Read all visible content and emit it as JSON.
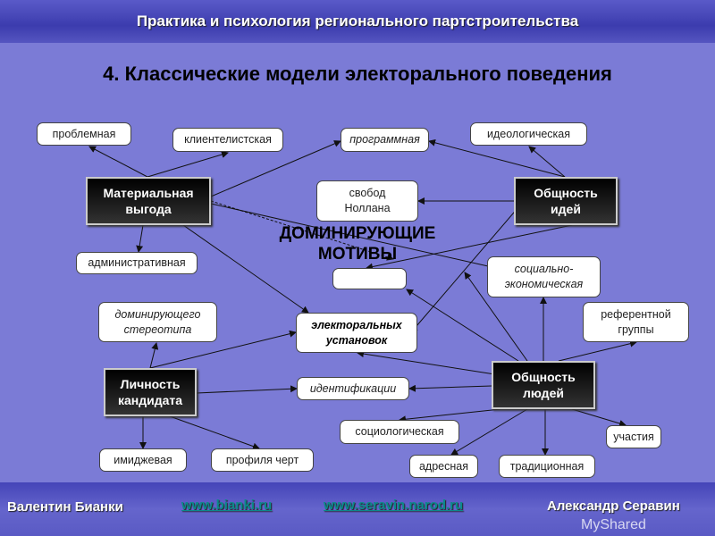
{
  "header": {
    "title": "Практика и психология регионального партстроительства"
  },
  "slide_title": "4. Классические модели электорального поведения",
  "center_label": "ДОМИНИРУЮЩИЕ МОТИВЫ",
  "hubs": {
    "material": "Материальная выгода",
    "ideas": "Общность идей",
    "candidate": "Личность кандидата",
    "people": "Общность людей"
  },
  "nodes": {
    "problem": "проблемная",
    "client": "клиентелистская",
    "program": "программная",
    "ideological": "идеологическая",
    "nollan": "свобод Ноллана",
    "admin": "административная",
    "socioeco": "социально-экономическая",
    "stereotype": "доминирующего стереотипа",
    "electoral": "электоральных установок",
    "reference": "референтной группы",
    "identification": "идентификации",
    "sociological": "социологическая",
    "participation": "участия",
    "image": "имиджевая",
    "traits": "профиля черт",
    "address": "адресная",
    "traditional": "традиционная"
  },
  "footer": {
    "left": "Валентин Бианки",
    "link1": "www.bianki.ru",
    "link2": "www.seravin.narod.ru",
    "right": "Александр Серавин",
    "watermark": "MyShared"
  }
}
